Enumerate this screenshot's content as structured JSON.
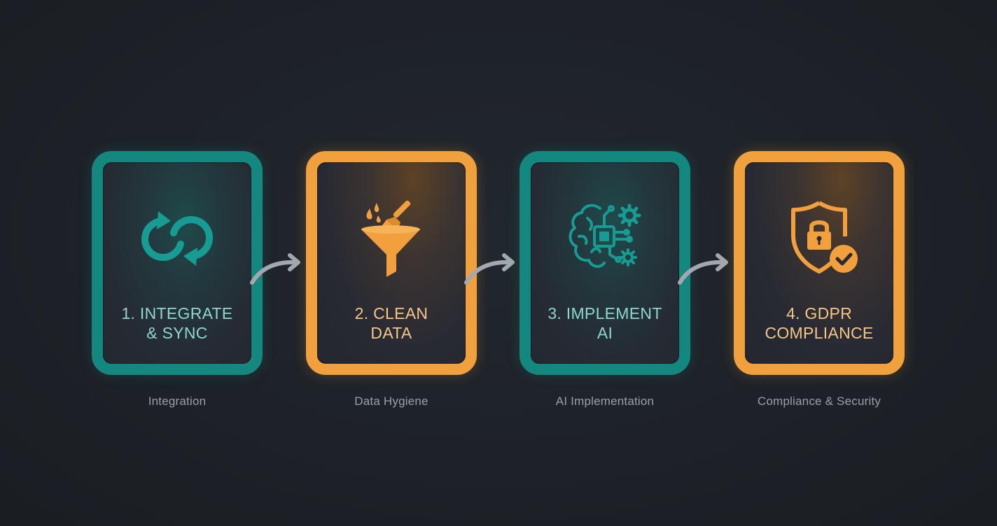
{
  "steps": [
    {
      "title_line1": "1. INTEGRATE",
      "title_line2": "& SYNC",
      "caption": "Integration",
      "theme": "teal",
      "icon": "sync-cycle-icon"
    },
    {
      "title_line1": "2. CLEAN",
      "title_line2": "DATA",
      "caption": "Data Hygiene",
      "theme": "orange",
      "icon": "funnel-brush-icon"
    },
    {
      "title_line1": "3. IMPLEMENT",
      "title_line2": "AI",
      "caption": "AI Implementation",
      "theme": "teal",
      "icon": "brain-chip-gears-icon"
    },
    {
      "title_line1": "4. GDPR",
      "title_line2": "COMPLIANCE",
      "caption": "Compliance & Security",
      "theme": "orange",
      "icon": "shield-lock-check-icon"
    }
  ],
  "colors": {
    "background": "#1d2127",
    "teal": "#14877f",
    "teal_text": "#8fd6cf",
    "orange": "#f0a03c",
    "orange_text": "#f6c688",
    "caption": "#9aa0a8",
    "connector": "#a3a8b0"
  }
}
